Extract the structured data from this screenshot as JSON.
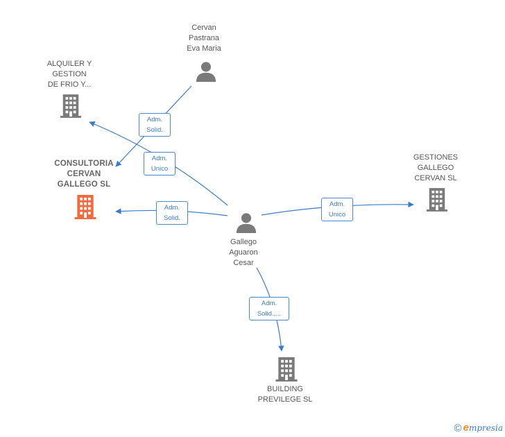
{
  "people": {
    "cervan": "Cervan\nPastrana\nEva Maria",
    "gallego": "Gallego\nAguaron\nCesar"
  },
  "companies": {
    "alquiler": "ALQUILER Y\nGESTION\nDE FRIO Y...",
    "consultoria": "CONSULTORIA\nCERVAN\nGALLEGO  SL",
    "gestiones": "GESTIONES\nGALLEGO\nCERVAN  SL",
    "building": "BUILDING\nPREVILEGE  SL"
  },
  "relations": {
    "cervan_consultoria": "Adm.\nSolid.",
    "gallego_alquiler": "Adm.\nUnico",
    "gallego_consultoria": "Adm.\nSolid.",
    "gallego_gestiones": "Adm.\nUnico",
    "gallego_building": "Adm.\nSolid.,..."
  },
  "colors": {
    "edge": "#3a7bcc",
    "highlight_company": "#f26a3d",
    "company": "#7a7a7a",
    "person": "#7a7a7a"
  },
  "icons": {
    "person": "person-icon",
    "company": "building-icon"
  },
  "footer": {
    "copyright": "©",
    "brand_initial": "e",
    "brand_rest": "mpresia"
  }
}
